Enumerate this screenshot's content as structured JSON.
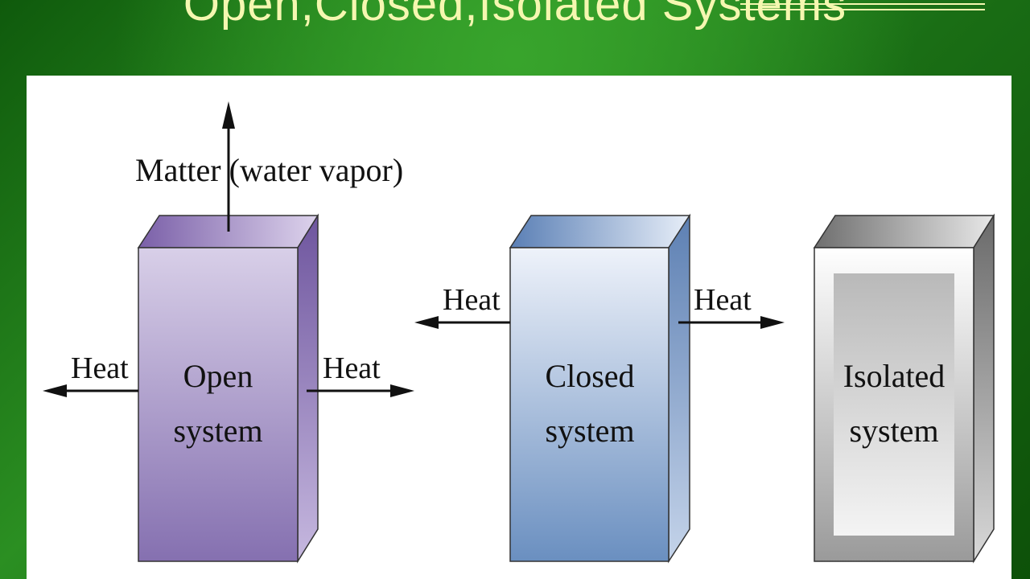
{
  "slide": {
    "title": "Open,Closed,Isolated Systems"
  },
  "diagram": {
    "open": {
      "label_line1": "Open",
      "label_line2": "system",
      "matter_label": "Matter (water vapor)",
      "heat_left": "Heat",
      "heat_right": "Heat"
    },
    "closed": {
      "label_line1": "Closed",
      "label_line2": "system",
      "heat_left": "Heat",
      "heat_right": "Heat"
    },
    "isolated": {
      "label_line1": "Isolated",
      "label_line2": "system"
    }
  },
  "colors": {
    "background": "#1f7a1a",
    "title": "#f5f7b0",
    "open_box": "#8a74b4",
    "closed_box": "#6f93c2",
    "isolated_box": "#b8b8b8"
  }
}
